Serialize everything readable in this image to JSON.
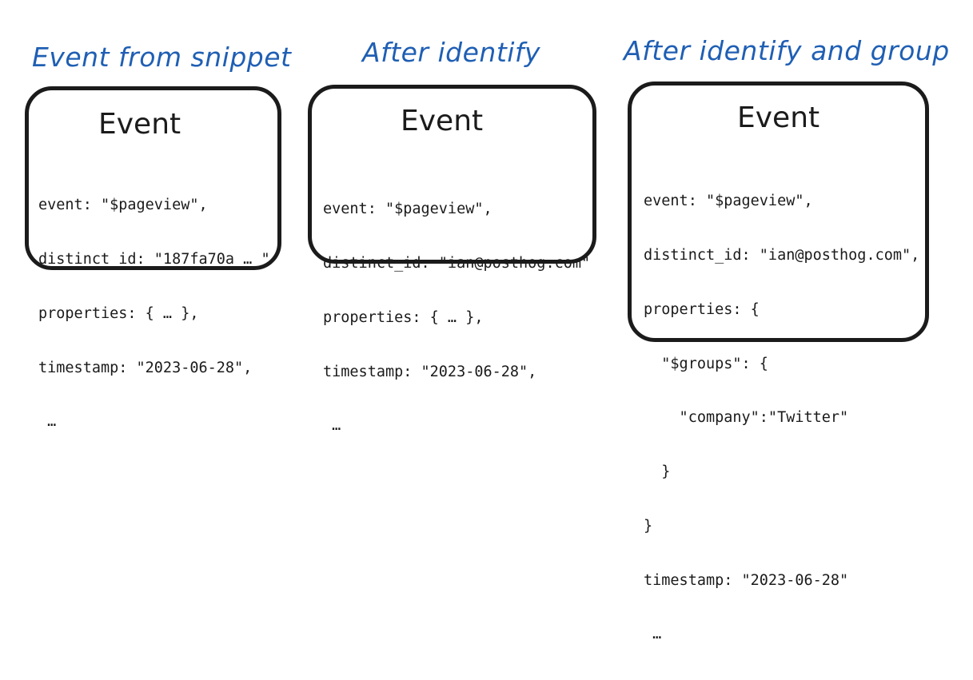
{
  "diagram": {
    "panels": [
      {
        "caption": "Event from snippet",
        "title": "Event",
        "lines": [
          "event: \"$pageview\",",
          "distinct_id: \"187fa70a … \"",
          "properties: { … },",
          "timestamp: \"2023-06-28\",",
          " …"
        ]
      },
      {
        "caption": "After identify",
        "title": "Event",
        "lines": [
          "event: \"$pageview\",",
          "distinct_id: \"ian@posthog.com\"",
          "properties: { … },",
          "timestamp: \"2023-06-28\",",
          " …"
        ]
      },
      {
        "caption": "After identify and group",
        "title": "Event",
        "lines": [
          "event: \"$pageview\",",
          "distinct_id: \"ian@posthog.com\",",
          "properties: {",
          "  \"$groups\": {",
          "    \"company\":\"Twitter\"",
          "  }",
          "}",
          "timestamp: \"2023-06-28\"",
          " …"
        ]
      }
    ]
  }
}
